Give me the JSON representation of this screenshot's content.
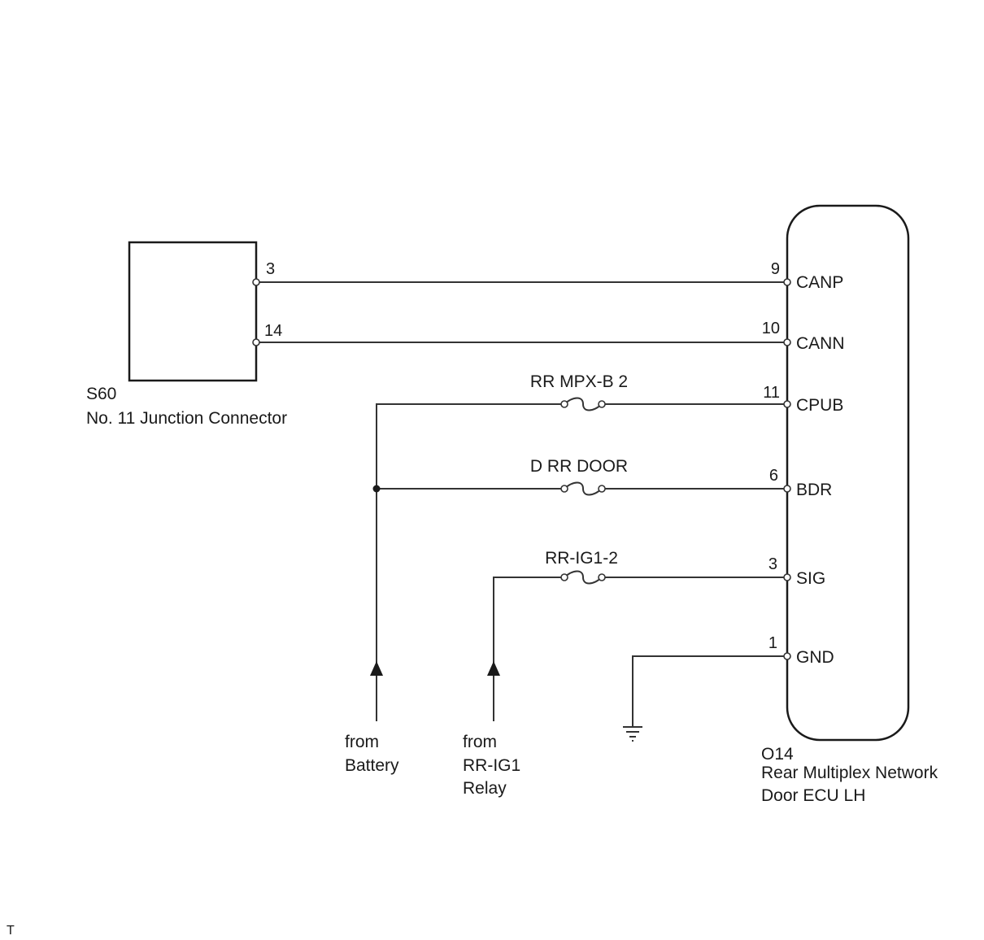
{
  "junction_connector": {
    "code": "S60",
    "name": "No. 11 Junction Connector",
    "pins": [
      "3",
      "14"
    ]
  },
  "ecu": {
    "code": "O14",
    "name_line1": "Rear Multiplex Network",
    "name_line2": "Door ECU LH",
    "terminals": [
      {
        "pin": "9",
        "signal": "CANP"
      },
      {
        "pin": "10",
        "signal": "CANN"
      },
      {
        "pin": "11",
        "signal": "CPUB"
      },
      {
        "pin": "6",
        "signal": "BDR"
      },
      {
        "pin": "3",
        "signal": "SIG"
      },
      {
        "pin": "1",
        "signal": "GND"
      }
    ]
  },
  "fuses": [
    "RR MPX-B 2",
    "D RR DOOR",
    "RR-IG1-2"
  ],
  "sources": {
    "battery": {
      "line1": "from",
      "line2": "Battery"
    },
    "relay": {
      "line1": "from",
      "line2": "RR-IG1",
      "line3": "Relay"
    }
  },
  "footer_mark": "T"
}
